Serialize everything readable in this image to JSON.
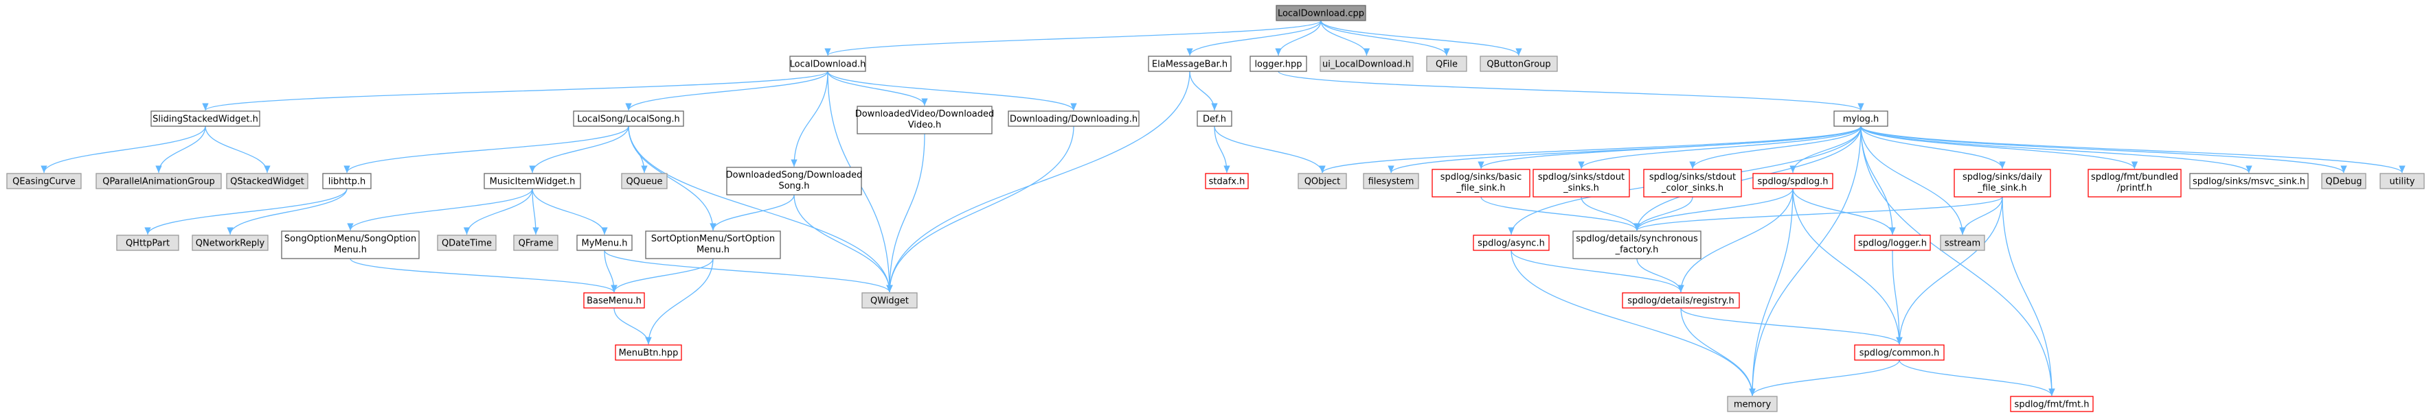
{
  "title": "LocalDownload.cpp",
  "colors": {
    "edge": "#63b8ff",
    "root_fill": "#999999",
    "root_border": "#666666",
    "normal_fill": "#ffffff",
    "normal_border": "#666666",
    "external_fill": "#e0e0e0",
    "external_border": "#999999",
    "missing_fill": "#ffffff",
    "missing_border": "#ff0000"
  },
  "nodes": {
    "root": "LocalDownload.cpp",
    "localdownload_h": "LocalDownload.h",
    "elamessagebar_h": "ElaMessageBar.h",
    "logger_hpp": "logger.hpp",
    "ui_localdownload_h": "ui_LocalDownload.h",
    "qfile": "QFile",
    "qbuttongroup": "QButtonGroup",
    "slidingstackedwidget_h": "SlidingStackedWidget.h",
    "localsong_h": "LocalSong/LocalSong.h",
    "downloadedsong_h": [
      "DownloadedSong/Downloaded",
      "Song.h"
    ],
    "downloadedvideo_h": [
      "DownloadedVideo/Downloaded",
      "Video.h"
    ],
    "downloading_h": "Downloading/Downloading.h",
    "def_h": "Def.h",
    "mylog_h": "mylog.h",
    "qeasingcurve": "QEasingCurve",
    "qparallelanimationgroup": "QParallelAnimationGroup",
    "qstackedwidget": "QStackedWidget",
    "libhttp_h": "libhttp.h",
    "musicitemwidget_h": "MusicItemWidget.h",
    "qqueue": "QQueue",
    "qhttppart": "QHttpPart",
    "qnetworkreply": "QNetworkReply",
    "songoptionmenu_h": [
      "SongOptionMenu/SongOption",
      "Menu.h"
    ],
    "qdatetime": "QDateTime",
    "qframe": "QFrame",
    "mymenu_h": "MyMenu.h",
    "sortoptionmenu_h": [
      "SortOptionMenu/SortOption",
      "Menu.h"
    ],
    "basemenu_h": "BaseMenu.h",
    "menubtn_hpp": "MenuBtn.hpp",
    "qwidget": "QWidget",
    "stdafx_h": "stdafx.h",
    "qobject": "QObject",
    "filesystem": "filesystem",
    "basic_file_sink_h": [
      "spdlog/sinks/basic",
      "_file_sink.h"
    ],
    "stdout_sinks_h": [
      "spdlog/sinks/stdout",
      "_sinks.h"
    ],
    "stdout_color_sinks_h": [
      "spdlog/sinks/stdout",
      "_color_sinks.h"
    ],
    "spdlog_h": "spdlog/spdlog.h",
    "daily_file_sink_h": [
      "spdlog/sinks/daily",
      "_file_sink.h"
    ],
    "printf_h": [
      "spdlog/fmt/bundled",
      "/printf.h"
    ],
    "msvc_sink_h": "spdlog/sinks/msvc_sink.h",
    "qdebug": "QDebug",
    "utility": "utility",
    "async_h": "spdlog/async.h",
    "synchronous_factory_h": [
      "spdlog/details/synchronous",
      "_factory.h"
    ],
    "logger_h": "spdlog/logger.h",
    "sstream": "sstream",
    "registry_h": "spdlog/details/registry.h",
    "common_h": "spdlog/common.h",
    "memory": "memory",
    "fmt_h": "spdlog/fmt/fmt.h"
  }
}
